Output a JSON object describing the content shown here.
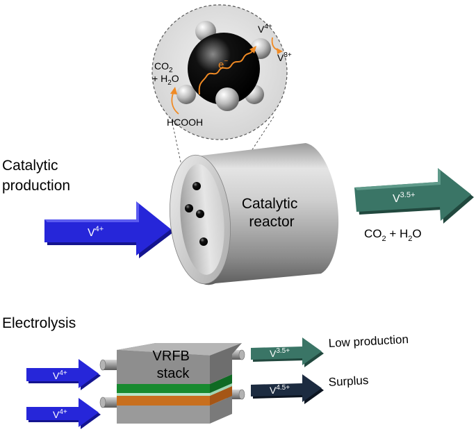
{
  "catalytic": {
    "section_label_line1": "Catalytic",
    "section_label_line2": "production",
    "input_species": "V",
    "input_charge": "4+",
    "reactor_line1": "Catalytic",
    "reactor_line2": "reactor",
    "output_species": "V",
    "output_charge": "3.5+",
    "byproduct_co": "CO",
    "byproduct_co_sub": "2",
    "byproduct_plus_h": " + H",
    "byproduct_h_sub": "2",
    "byproduct_o": "O"
  },
  "zoom": {
    "electron": "e",
    "electron_charge": "−",
    "v_in": "V",
    "v_in_charge": "4+",
    "v_out": "V",
    "v_out_charge": "3+",
    "co2_co": "CO",
    "co2_sub": "2",
    "h2o_plus_h": "+ H",
    "h2o_sub": "2",
    "h2o_o": "O",
    "hcooh": "HCOOH"
  },
  "electrolysis": {
    "section_label": "Electrolysis",
    "stack_line1": "VRFB",
    "stack_line2": "stack",
    "input1_species": "V",
    "input1_charge": "4+",
    "input2_species": "V",
    "input2_charge": "4+",
    "output1_species": "V",
    "output1_charge": "3.5+",
    "output1_label": "Low production",
    "output2_species": "V",
    "output2_charge": "4.5+",
    "output2_label": "Surplus"
  },
  "colors": {
    "blue_arrow": "#2626d9",
    "teal_arrow": "#3a7566",
    "navy_arrow": "#1c2b40",
    "orange": "#f08a24",
    "green_layer": "#178a2f",
    "orange_layer": "#c86f1e"
  }
}
